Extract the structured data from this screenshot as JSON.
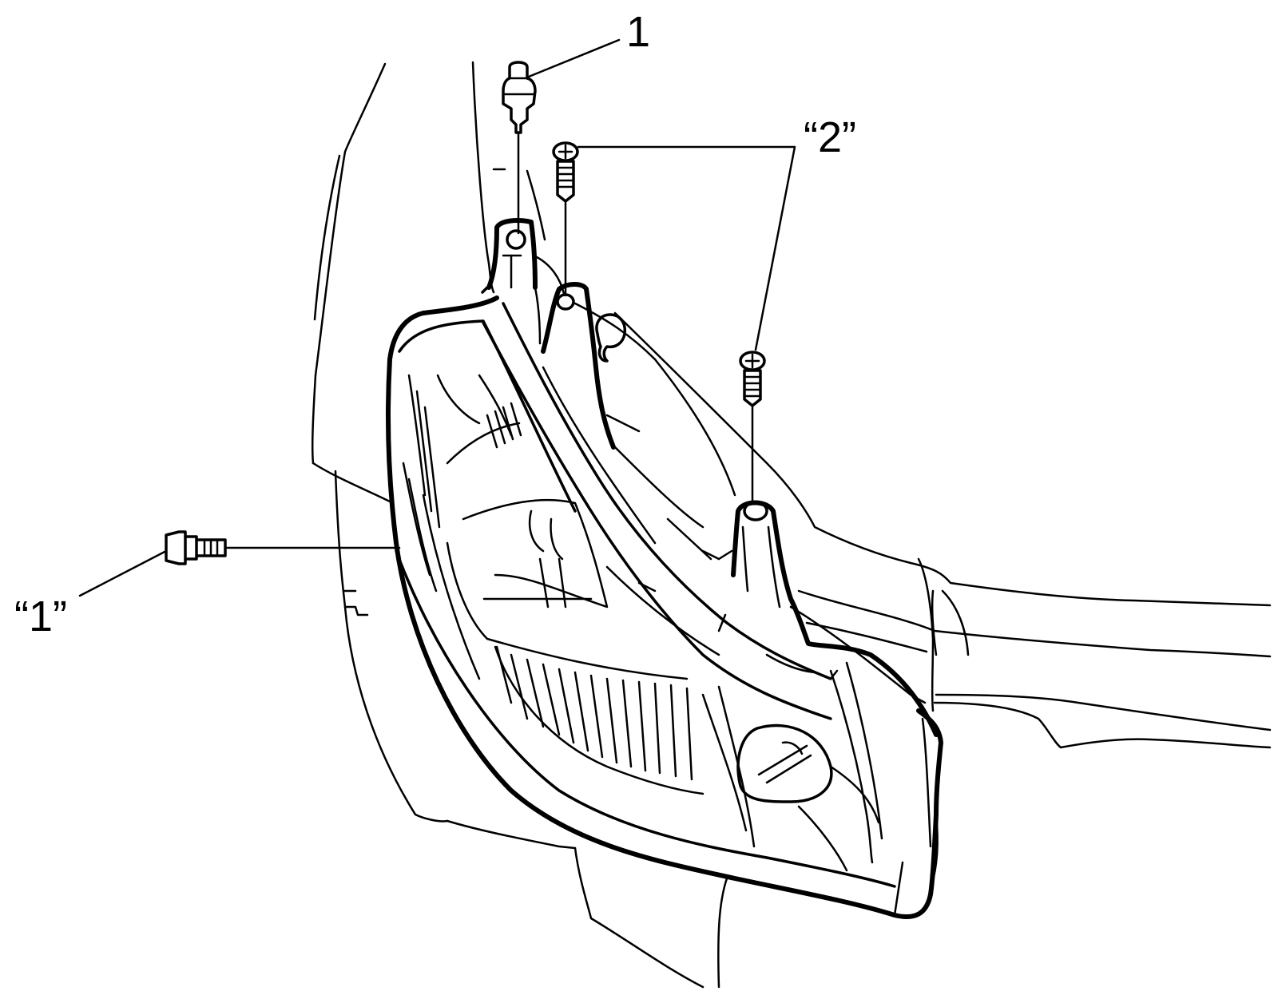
{
  "callouts": {
    "top_fastener": "1",
    "side_bolt": "“1”",
    "screws": "“2”"
  },
  "colors": {
    "line": "#000000",
    "background": "#ffffff"
  }
}
